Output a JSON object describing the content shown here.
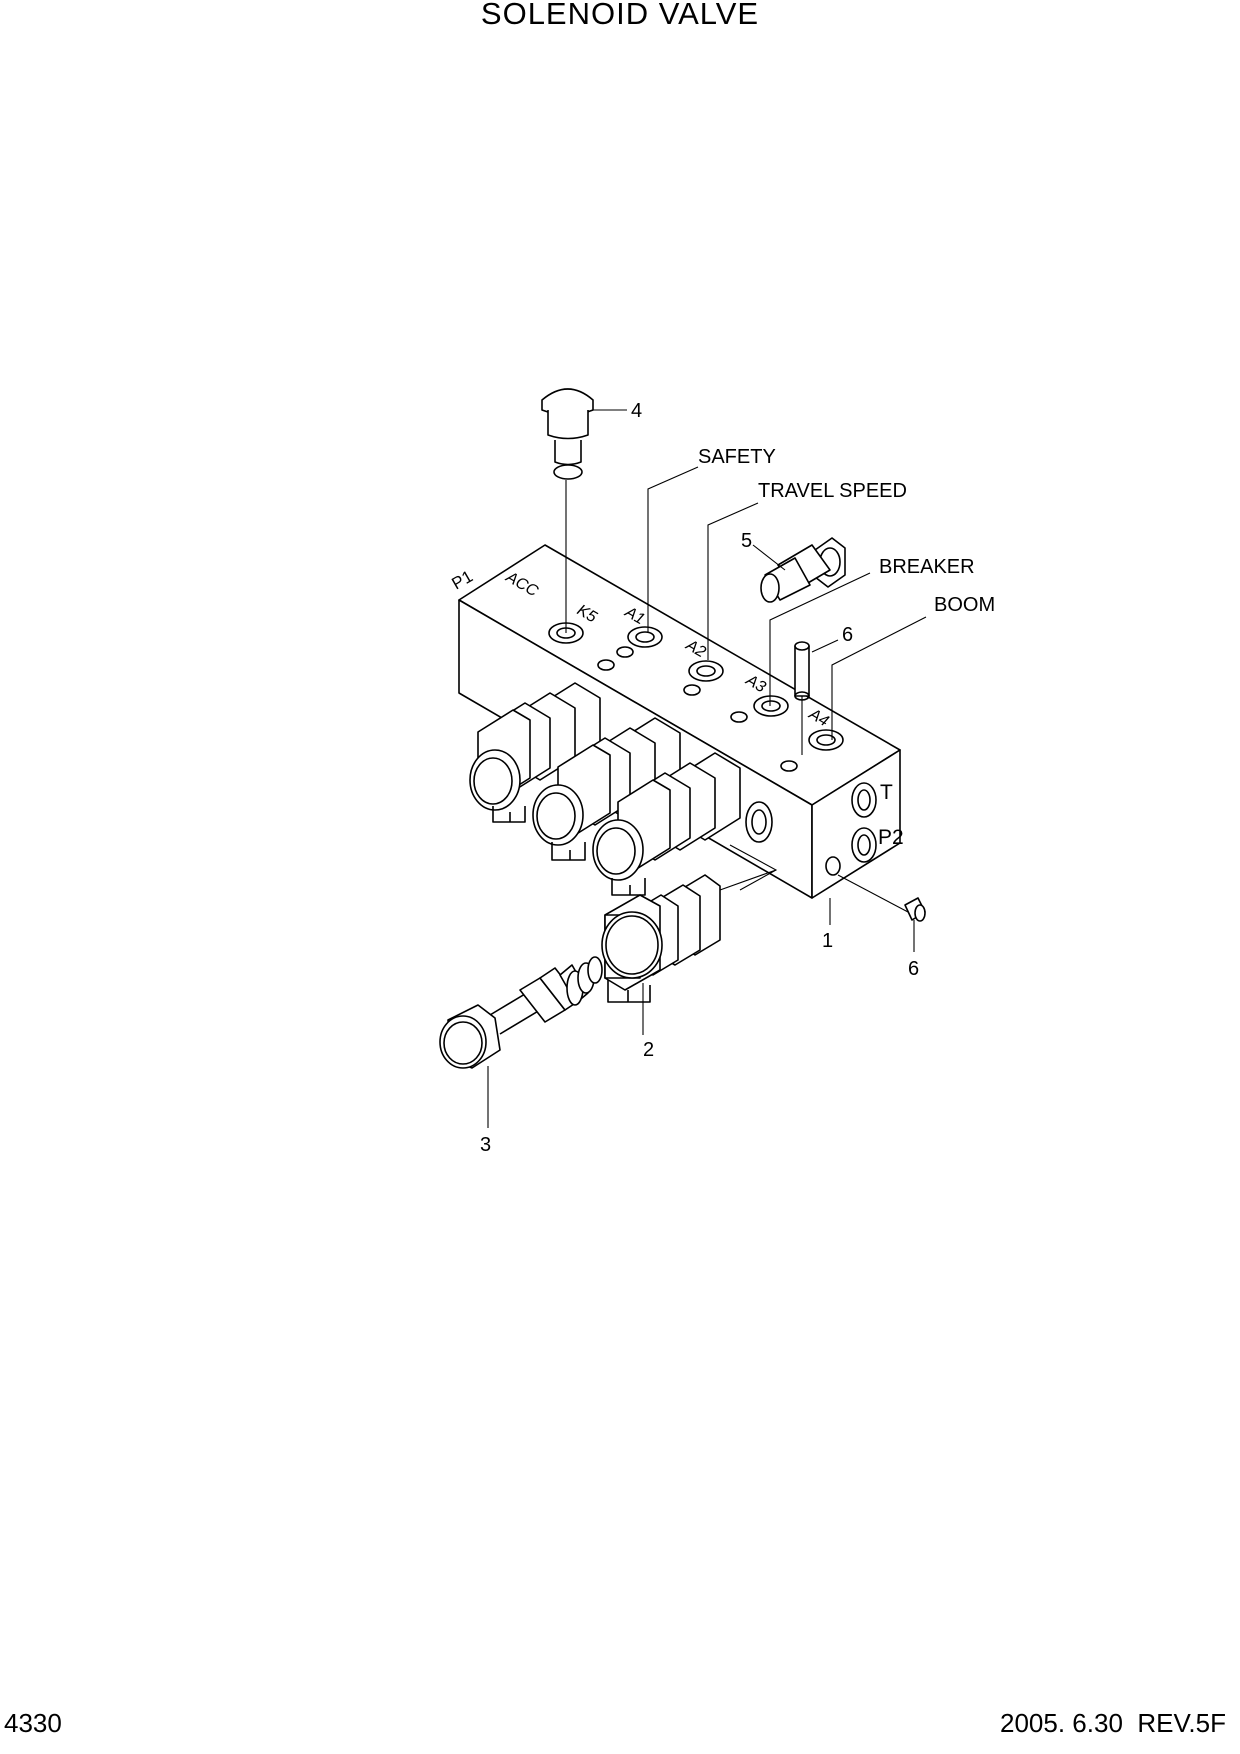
{
  "title": "SOLENOID VALVE",
  "footer": {
    "page_code": "4330",
    "revision": "2005. 6.30  REV.5F"
  },
  "callouts": {
    "c1": "1",
    "c2": "2",
    "c3": "3",
    "c4": "4",
    "c5": "5",
    "c6a": "6",
    "c6b": "6",
    "safety": "SAFETY",
    "travel": "TRAVEL SPEED",
    "breaker": "BREAKER",
    "boom": "BOOM"
  },
  "port_labels": {
    "p1": "P1",
    "acc": "ACC",
    "k5": "K5",
    "a1": "A1",
    "a2": "A2",
    "a3": "A3",
    "a4": "A4",
    "t": "T",
    "p2": "P2"
  }
}
